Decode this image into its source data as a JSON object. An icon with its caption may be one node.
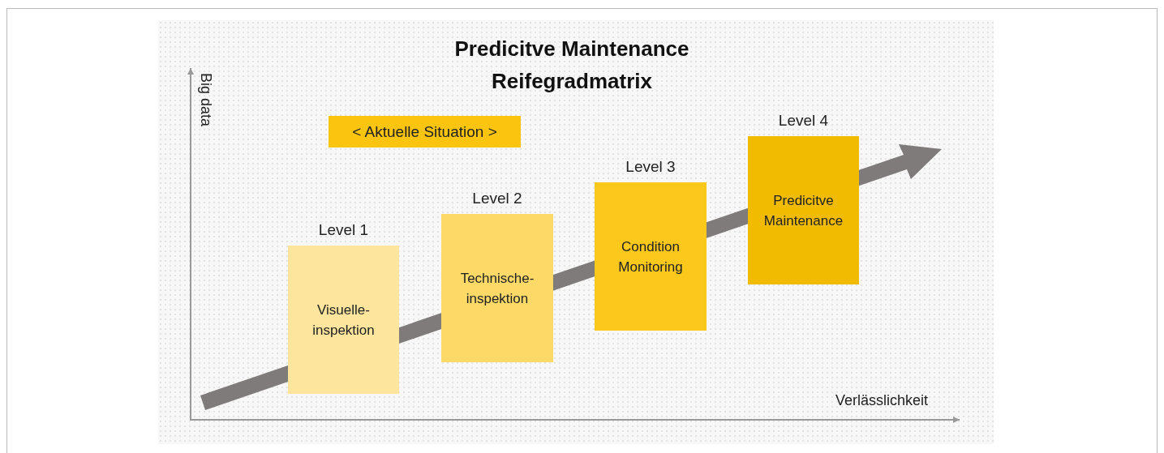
{
  "diagram": {
    "title": "Predicitve Maintenance Reifegradmatrix",
    "nodes": [
      {
        "text": [
          "< Aktuelle Situation >"
        ]
      },
      {
        "text": [
          "Level 1",
          "Visuelle- inspektion"
        ]
      },
      {
        "text": [
          "Level 2",
          "Technische- inspektion"
        ]
      },
      {
        "text": [
          "Level 3",
          "Condition Monitoring"
        ]
      },
      {
        "text": [
          "Level 4",
          "Predicitve Maintenance"
        ]
      }
    ],
    "labels": [
      "Big data",
      "Verlässlichkeit"
    ]
  }
}
